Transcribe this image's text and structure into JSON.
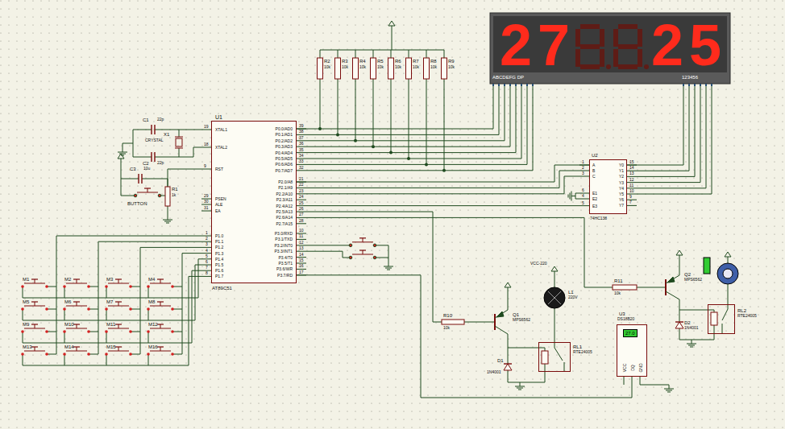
{
  "diagram": {
    "nodes": [
      {
        "text": [
          "U1",
          "AT89C51",
          "XTAL1",
          "XTAL2",
          "RST",
          "PSEN",
          "ALE",
          "EA",
          "P0.0/AD0",
          "P0.1/AD1",
          "P0.2/AD2",
          "P0.3/AD3",
          "P0.4/AD4",
          "P0.5/AD5",
          "P0.6/AD6",
          "P0.7/AD7",
          "P2.0/A8",
          "P2.1/A9",
          "P2.2/A10",
          "P2.3/A11",
          "P2.4/A12",
          "P2.5/A13",
          "P2.6/A14",
          "P2.7/A15",
          "P3.0/RXD",
          "P3.1/TXD",
          "P3.2/INT0",
          "P3.3/INT1",
          "P3.4/T0",
          "P3.5/T1",
          "P3.6/WR",
          "P3.7/RD",
          "P1.0",
          "P1.1",
          "P1.2",
          "P1.3",
          "P1.4",
          "P1.5",
          "P1.6",
          "P1.7"
        ]
      },
      {
        "text": [
          "27",
          "25",
          "ABCDEFG DP",
          "123456"
        ]
      },
      {
        "text": [
          "U2",
          "74HC138",
          "A",
          "B",
          "C",
          "E1",
          "E2",
          "E3",
          "Y0",
          "Y1",
          "Y2",
          "Y3",
          "Y4",
          "Y5",
          "Y6",
          "Y7"
        ]
      },
      {
        "text": [
          "RL1",
          "RTE24005"
        ]
      },
      {
        "text": [
          "U3",
          "DS18B20",
          "27.0",
          "VCC",
          "DQ",
          "GND"
        ]
      },
      {
        "text": [
          "RL2",
          "RTE24005"
        ]
      }
    ],
    "edges": [
      {
        "from": 0,
        "to": 1,
        "arrow": "none"
      },
      {
        "from": 0,
        "to": 2,
        "arrow": "none"
      },
      {
        "from": 2,
        "to": 1,
        "arrow": "none"
      },
      {
        "from": 0,
        "to": 4,
        "arrow": "none"
      }
    ],
    "labels": [
      "C1",
      "22p",
      "X1",
      "CRYSTAL",
      "C2",
      "22p",
      "C3",
      "10u",
      "R1",
      "1k",
      "BUTTON",
      "19",
      "18",
      "9",
      "29",
      "30",
      "31",
      "1",
      "2",
      "3",
      "4",
      "5",
      "6",
      "7",
      "8",
      "39",
      "38",
      "37",
      "36",
      "35",
      "34",
      "33",
      "32",
      "21",
      "22",
      "23",
      "24",
      "25",
      "26",
      "27",
      "28",
      "10",
      "11",
      "12",
      "13",
      "14",
      "15",
      "16",
      "17",
      "R2",
      "10k",
      "R3",
      "10k",
      "R4",
      "10k",
      "R5",
      "10k",
      "R6",
      "10k",
      "R7",
      "10k",
      "R8",
      "10k",
      "R9",
      "10k",
      "1",
      "2",
      "3",
      "6",
      "4",
      "5",
      "15",
      "14",
      "13",
      "12",
      "11",
      "10",
      "9",
      "7",
      "M1",
      "M2",
      "M3",
      "M4",
      "M5",
      "M6",
      "M7",
      "M8",
      "M9",
      "M10",
      "M11",
      "M12",
      "M13",
      "M14",
      "M15",
      "M16",
      "R10",
      "10k",
      "Q1",
      "MPS6562",
      "VCC-220",
      "L1",
      "220V",
      "D1",
      "1N4001",
      "R11",
      "10k",
      "Q2",
      "MPS6562",
      "D2",
      "1N4001"
    ]
  }
}
